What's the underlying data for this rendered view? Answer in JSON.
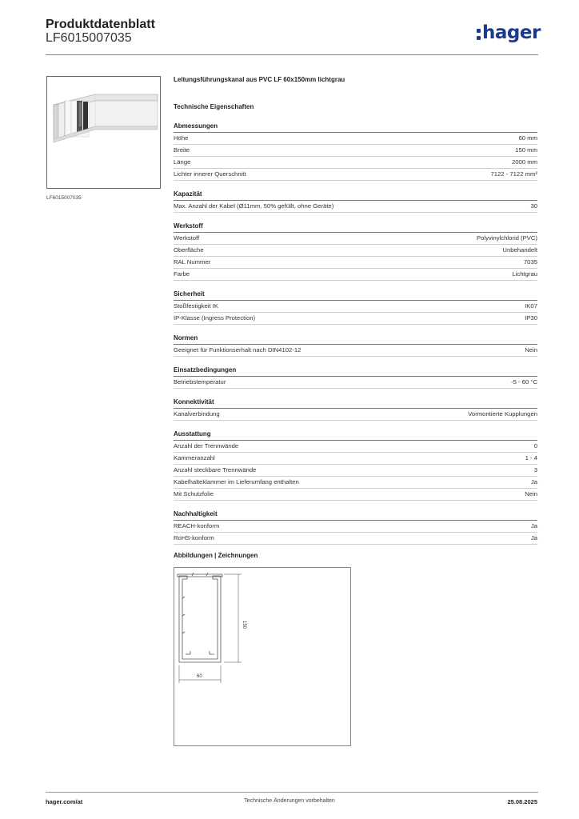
{
  "header": {
    "title": "Produktdatenblatt",
    "code": "LF6015007035",
    "logo_text": "hager",
    "brand_color": "#1a3a8f"
  },
  "product": {
    "image_caption": "LF6015007035",
    "description": "Leitungsführungskanal aus PVC LF 60x150mm lichtgrau",
    "tech_heading": "Technische Eigenschaften"
  },
  "sections": [
    {
      "title": "Abmessungen",
      "rows": [
        {
          "label": "Höhe",
          "value": "60 mm"
        },
        {
          "label": "Breite",
          "value": "150 mm"
        },
        {
          "label": "Länge",
          "value": "2000 mm"
        },
        {
          "label": "Lichter innerer Querschnitt",
          "value": "7122 - 7122 mm²"
        }
      ]
    },
    {
      "title": "Kapazität",
      "rows": [
        {
          "label": "Max. Anzahl der Kabel (Ø11mm, 50% gefüllt, ohne Geräte)",
          "value": "30"
        }
      ]
    },
    {
      "title": "Werkstoff",
      "rows": [
        {
          "label": "Werkstoff",
          "value": "Polyvinylchlorid (PVC)"
        },
        {
          "label": "Oberfläche",
          "value": "Unbehandelt"
        },
        {
          "label": "RAL Nummer",
          "value": "7035"
        },
        {
          "label": "Farbe",
          "value": "Lichtgrau"
        }
      ]
    },
    {
      "title": "Sicherheit",
      "rows": [
        {
          "label": "Stoßfestigkeit IK",
          "value": "IK07"
        },
        {
          "label": "IP-Klasse (Ingress Protection)",
          "value": "IP30"
        }
      ]
    },
    {
      "title": "Normen",
      "rows": [
        {
          "label": "Geeignet für Funktionserhalt nach DIN4102-12",
          "value": "Nein"
        }
      ]
    },
    {
      "title": "Einsatzbedingungen",
      "rows": [
        {
          "label": "Betriebstemperatur",
          "value": "-5 - 60 °C"
        }
      ]
    },
    {
      "title": "Konnektivität",
      "rows": [
        {
          "label": "Kanalverbindung",
          "value": "Vormontierte Kupplungen"
        }
      ]
    },
    {
      "title": "Ausstattung",
      "rows": [
        {
          "label": "Anzahl der Trennwände",
          "value": "0"
        },
        {
          "label": "Kammeranzahl",
          "value": "1 - 4"
        },
        {
          "label": "Anzahl steckbare Trennwände",
          "value": "3"
        },
        {
          "label": "Kabelhalteklammer im Lieferumfang enthalten",
          "value": "Ja"
        },
        {
          "label": "Mit Schutzfolie",
          "value": "Nein"
        }
      ]
    },
    {
      "title": "Nachhaltigkeit",
      "rows": [
        {
          "label": "REACH-konform",
          "value": "Ja"
        },
        {
          "label": "RoHS-konform",
          "value": "Ja"
        }
      ]
    }
  ],
  "drawings": {
    "heading": "Abbildungen | Zeichnungen",
    "dim_height": "150",
    "dim_width": "60"
  },
  "footer": {
    "left": "hager.com/at",
    "center": "Technische Änderungen vorbehalten",
    "right": "25.08.2025"
  }
}
